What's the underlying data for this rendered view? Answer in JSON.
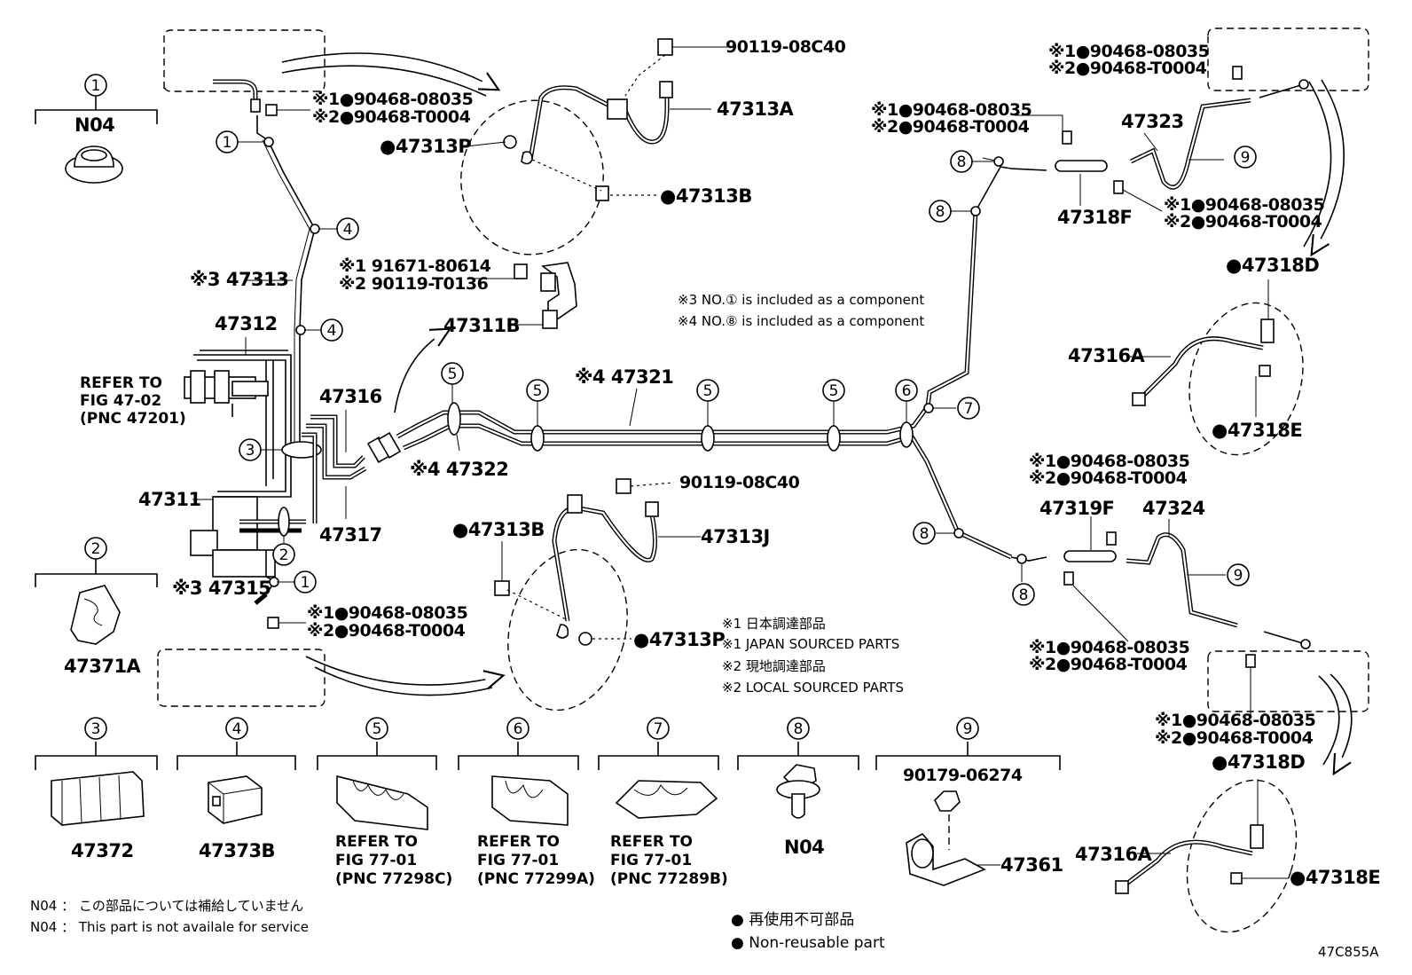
{
  "labels": {
    "p47313A": "47313A",
    "p90119_08C40_top": "90119-08C40",
    "p47313P_top": "●47313P",
    "p47313B_top": "●47313B",
    "ul_c1_a": "※1●90468-08035",
    "ul_c2_a": "※2●90468-T0004",
    "p47313": "※3 47313",
    "c1_91671": "※1 91671-80614",
    "c2_90119": "※2 90119-T0136",
    "p47311B": "47311B",
    "p47312": "47312",
    "refer_4702_1": "REFER TO",
    "refer_4702_2": "FIG 47-02",
    "refer_4702_3": "(PNC 47201)",
    "p47316": "47316",
    "p47311": "47311",
    "p47317": "47317",
    "p47321": "※4 47321",
    "p47322": "※4 47322",
    "note3": "※3 NO.① is included as a component",
    "note4": "※4 NO.⑧ is included as a component",
    "p47315": "※3 47315",
    "ll_c1": "※1●90468-08035",
    "ll_c2": "※2●90468-T0004",
    "p90119_08C40_bot": "90119-08C40",
    "p47313J": "47313J",
    "p47313B_bot": "●47313B",
    "p47313P_bot": "●47313P",
    "jp1": "※1 日本調達部品",
    "jp1_en": "※1 JAPAN SOURCED PARTS",
    "jp2": "※2 現地調達部品",
    "jp2_en": "※2 LOCAL SOURCED PARTS",
    "rt_c1": "※1●90468-08035",
    "rt_c2": "※2●90468-T0004",
    "p47323": "47323",
    "r8_c1": "※1●90468-08035",
    "r8_c2": "※2●90468-T0004",
    "p47318F": "47318F",
    "r9_c1": "※1●90468-08035",
    "r9_c2": "※2●90468-T0004",
    "p47318D_top": "●47318D",
    "p47316A_top": "47316A",
    "p47318E_top": "●47318E",
    "rm_c1": "※1●90468-08035",
    "rm_c2": "※2●90468-T0004",
    "p47319F": "47319F",
    "p47324": "47324",
    "rl_c1": "※1●90468-08035",
    "rl_c2": "※2●90468-T0004",
    "rb_c1": "※1●90468-08035",
    "rb_c2": "※2●90468-T0004",
    "p47318D_bot": "●47318D",
    "p47316A_bot": "47316A",
    "p47318E_bot": "●47318E",
    "n04_top": "N04",
    "p47371A": "47371A",
    "p47372": "47372",
    "p47373B": "47373B",
    "ref5_1": "REFER TO",
    "ref5_2": "FIG 77-01",
    "ref5_3": "(PNC 77298C)",
    "ref6_1": "REFER TO",
    "ref6_2": "FIG 77-01",
    "ref6_3": "(PNC 77299A)",
    "ref7_1": "REFER TO",
    "ref7_2": "FIG 77-01",
    "ref7_3": "(PNC 77289B)",
    "n04_bot": "N04",
    "p90179": "90179-06274",
    "p47361": "47361",
    "n04_note_jp": "N04 ： この部品については補給していません",
    "n04_note_en": "N04 ：  This part is not availale for service",
    "nonreuse_jp": "● 再使用不可部品",
    "nonreuse_en": "● Non-reusable part",
    "figure_code": "47C855A"
  },
  "callouts": {
    "n1": "1",
    "n2": "2",
    "n3": "3",
    "n4": "4",
    "n5": "5",
    "n6": "6",
    "n7": "7",
    "n8": "8",
    "n9": "9"
  }
}
